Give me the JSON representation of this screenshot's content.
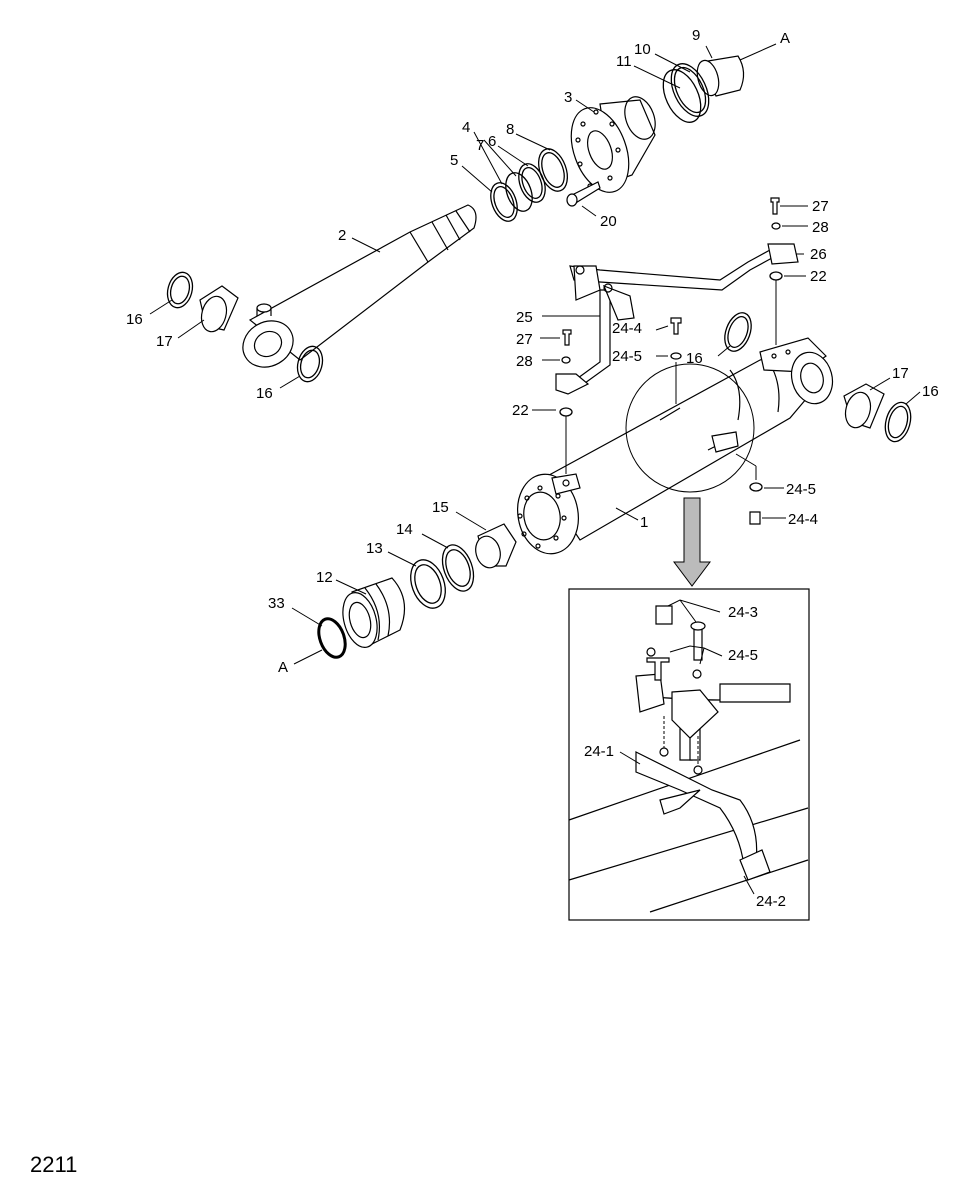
{
  "page_number": "2211",
  "callouts": {
    "c1": "1",
    "c2": "2",
    "c3": "3",
    "c4": "4",
    "c5": "5",
    "c6": "6",
    "c7": "7",
    "c8": "8",
    "c9": "9",
    "c10": "10",
    "c11": "11",
    "c12": "12",
    "c13": "13",
    "c14": "14",
    "c15": "15",
    "c16a": "16",
    "c16b": "16",
    "c16c": "16",
    "c16d": "16",
    "c17a": "17",
    "c17b": "17",
    "c20": "20",
    "c22a": "22",
    "c22b": "22",
    "c24_1": "24-1",
    "c24_2": "24-2",
    "c24_3": "24-3",
    "c24_4a": "24-4",
    "c24_4b": "24-4",
    "c24_5a": "24-5",
    "c24_5b": "24-5",
    "c24_5c": "24-5",
    "c25": "25",
    "c26": "26",
    "c27a": "27",
    "c27b": "27",
    "c28a": "28",
    "c28b": "28",
    "c33": "33",
    "refA1": "A",
    "refA2": "A"
  }
}
